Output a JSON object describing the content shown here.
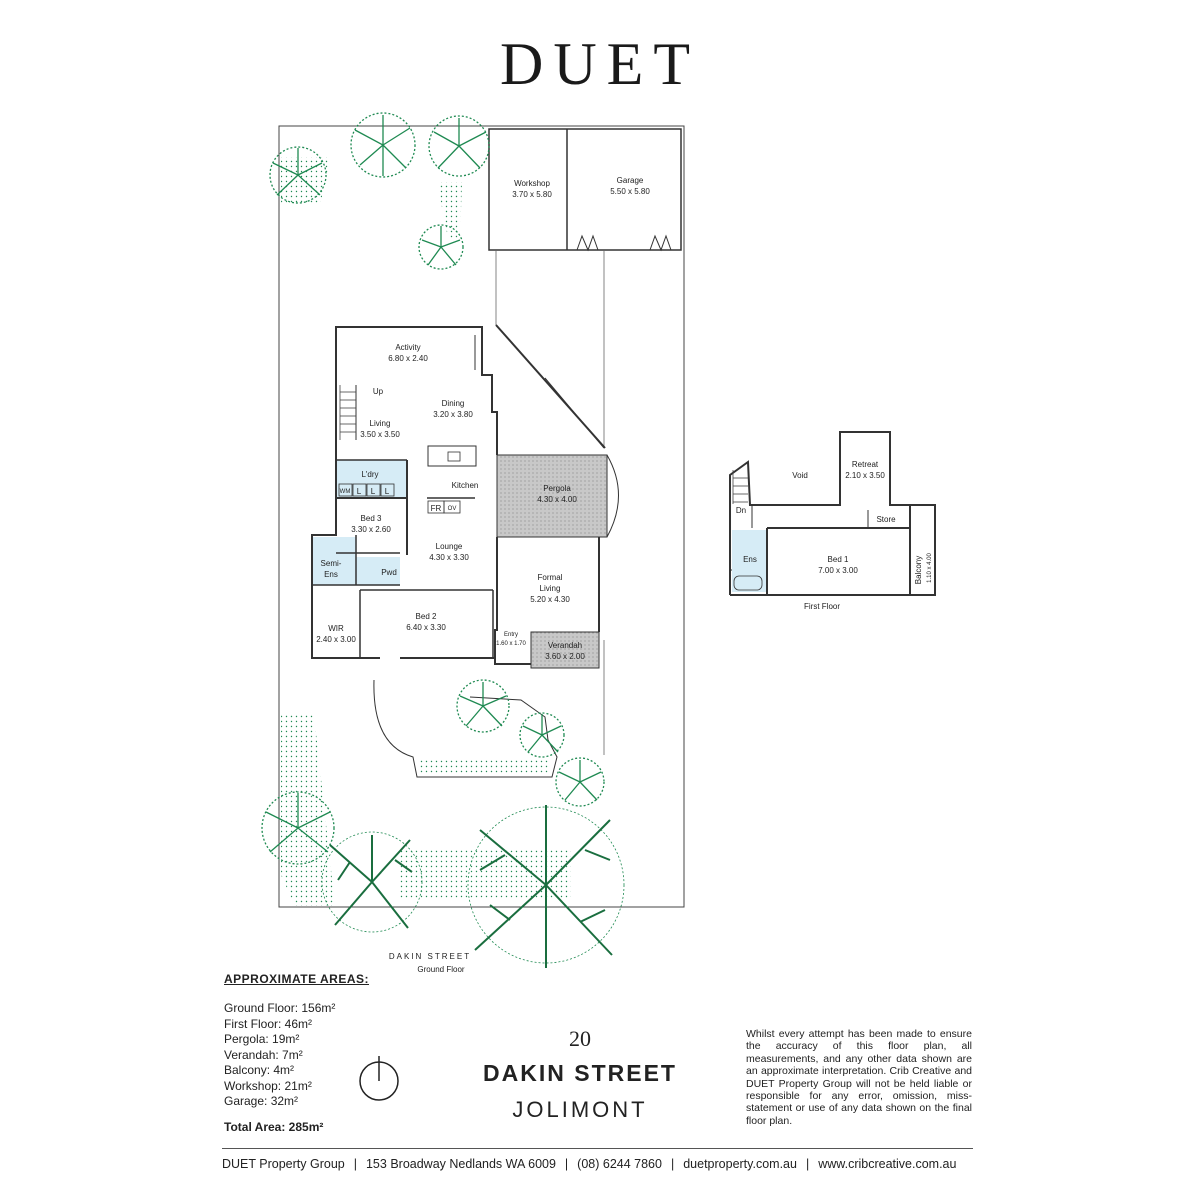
{
  "brand": "DUET",
  "rooms": {
    "workshop": {
      "name": "Workshop",
      "dims": "3.70 x 5.80"
    },
    "garage": {
      "name": "Garage",
      "dims": "5.50 x 5.80"
    },
    "activity": {
      "name": "Activity",
      "dims": "6.80 x 2.40"
    },
    "up": "Up",
    "dining": {
      "name": "Dining",
      "dims": "3.20 x 3.80"
    },
    "living": {
      "name": "Living",
      "dims": "3.50 x 3.50"
    },
    "ldry": "L'dry",
    "wm": "WM",
    "l": "L",
    "kitchen": "Kitchen",
    "fr": "FR",
    "ov": "OV",
    "pergola": {
      "name": "Pergola",
      "dims": "4.30 x 4.00"
    },
    "bed3": {
      "name": "Bed 3",
      "dims": "3.30 x 2.60"
    },
    "lounge": {
      "name": "Lounge",
      "dims": "4.30 x 3.30"
    },
    "semi_ens_1": "Semi-",
    "semi_ens_2": "Ens",
    "pwd": "Pwd",
    "formal_living_1": "Formal",
    "formal_living_2": "Living",
    "formal_living_dims": "5.20 x 4.30",
    "wir": {
      "name": "WIR",
      "dims": "2.40 x 3.00"
    },
    "bed2": {
      "name": "Bed 2",
      "dims": "6.40 x 3.30"
    },
    "entry": {
      "name": "Entry",
      "dims": "1.60 x 1.70"
    },
    "verandah": {
      "name": "Verandah",
      "dims": "3.60 x 2.00"
    },
    "void": "Void",
    "retreat": {
      "name": "Retreat",
      "dims": "2.10 x 3.50"
    },
    "dn": "Dn",
    "store": "Store",
    "ens": "Ens",
    "bed1": {
      "name": "Bed 1",
      "dims": "7.00 x 3.00"
    },
    "balcony": {
      "name": "Balcony",
      "dims": "1.10 x 4.00"
    }
  },
  "street_label": "DAKIN STREET",
  "ground_floor_label": "Ground Floor",
  "first_floor_label": "First Floor",
  "areas": {
    "heading": "APPROXIMATE AREAS:",
    "items": [
      "Ground Floor: 156m²",
      "First Floor: 46m²",
      "Pergola: 19m²",
      "Verandah: 7m²",
      "Balcony: 4m²",
      "Workshop: 21m²",
      "Garage: 32m²"
    ],
    "total": "Total Area: 285m²"
  },
  "address": {
    "number": "20",
    "street": "DAKIN STREET",
    "suburb": "JOLIMONT"
  },
  "disclaimer": "Whilst every attempt has been made to ensure the accuracy of this floor plan, all measurements, and any other data shown are an approximate interpretation. Crib Creative and DUET Property Group will not be held liable or responsible for any error, omission, miss-statement or use of any data shown on the final floor plan.",
  "footer": {
    "company": "DUET Property Group",
    "address": "153 Broadway Nedlands WA 6009",
    "phone": "(08) 6244 7860",
    "website": "duetproperty.com.au",
    "credit": "www.cribcreative.com.au"
  },
  "colors": {
    "wall": "#333333",
    "tree": "#1f8a52",
    "pergola_fill": "#b4b4b4",
    "wet_area": "#d6ecf6"
  }
}
